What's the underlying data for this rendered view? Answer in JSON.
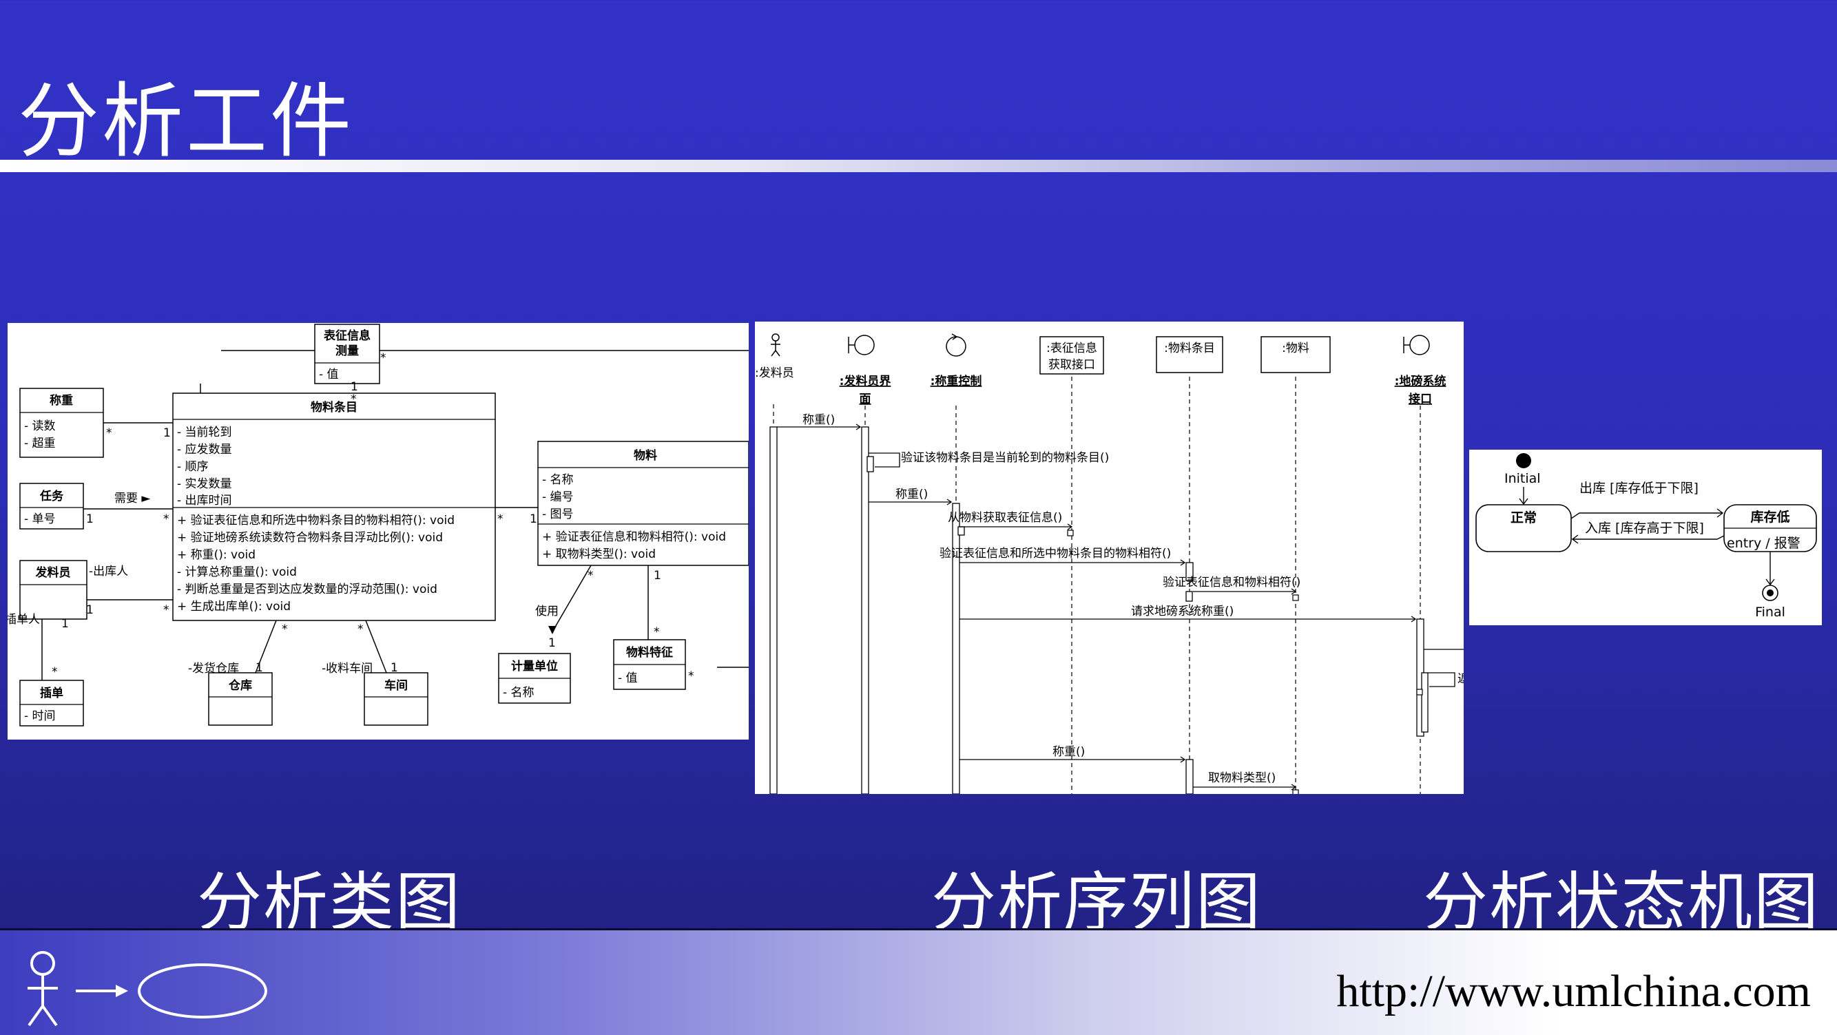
{
  "slide": {
    "title": "分析工件"
  },
  "captions": {
    "class": "分析类图",
    "sequence": "分析序列图",
    "state": "分析状态机图"
  },
  "footer": {
    "url": "http://www.umlchina.com"
  },
  "class_diagram": {
    "biaozheng": {
      "name": "表征信息测量",
      "name_l1": "表征信息",
      "name_l2": "测量",
      "attr": "-   值"
    },
    "chengzhong": {
      "name": "称重",
      "attrs": [
        "-   读数",
        "-   超重"
      ]
    },
    "renwu": {
      "name": "任务",
      "attrs": [
        "-   单号"
      ]
    },
    "faliaoyuan": {
      "name": "发料员"
    },
    "chadan": {
      "name": "插单",
      "attrs": [
        "-   时间"
      ]
    },
    "wuliaotiaomu": {
      "name": "物料条目",
      "attrs": [
        "-   当前轮到",
        "-   应发数量",
        "-   顺序",
        "-   实发数量",
        "-   出库时间"
      ],
      "ops": [
        "+   验证表征信息和所选中物料条目的物料相符(): void",
        "+   验证地磅系统读数符合物料条目浮动比例(): void",
        "+   称重(): void",
        "-   计算总称重量(): void",
        "-   判断总重量是否到达应发数量的浮动范围(): void",
        "+   生成出库单(): void"
      ]
    },
    "cangku": {
      "name": "仓库"
    },
    "chejian": {
      "name": "车间"
    },
    "wuliao": {
      "name": "物料",
      "attrs": [
        "-   名称",
        "-   编号",
        "-   图号"
      ],
      "ops": [
        "+   验证表征信息和物料相符(): void",
        "+   取物料类型(): void"
      ]
    },
    "jiliang": {
      "name": "计量单位",
      "attrs": [
        "-   名称"
      ]
    },
    "wuliaotezheng": {
      "name": "物料特征",
      "attrs": [
        "-   值"
      ]
    },
    "labels": {
      "xuyao": "需要 ►",
      "chukuren": "-出库人",
      "chadanren": "插单人",
      "fahuo": "-发货仓库",
      "shouliao": "-收料车间",
      "shiyong": "使用",
      "one": "1",
      "star": "*"
    }
  },
  "sequence_diagram": {
    "lifelines": [
      {
        "name": ":发料员"
      },
      {
        "name": ":发料员界面",
        "line1": ":发料员界",
        "line2": "面"
      },
      {
        "name": ":称重控制"
      },
      {
        "name": ":表征信息获取接口",
        "line1": ":表征信息",
        "line2": "获取接口"
      },
      {
        "name": ":物料条目"
      },
      {
        "name": ":物料"
      },
      {
        "name": ":地磅系统接口",
        "line1": ":地磅系统",
        "line2": "接口"
      }
    ],
    "messages": [
      "称重()",
      "验证该物料条目是当前轮到的物料条目()",
      "称重()",
      "从物料获取表征信息()",
      "验证表征信息和所选中物料条目的物料相符()",
      "验证表征信息和物料相符()",
      "请求地磅系统称重()",
      "称重()",
      "取物料类型()"
    ],
    "truncated_label": "返"
  },
  "state_diagram": {
    "initial": "Initial",
    "final": "Final",
    "states": [
      {
        "name": "正常"
      },
      {
        "name": "库存低",
        "entry": "entry / 报警"
      }
    ],
    "transitions": [
      {
        "label": "出库 [库存低于下限]"
      },
      {
        "label": "入库 [库存高于下限]"
      }
    ]
  }
}
